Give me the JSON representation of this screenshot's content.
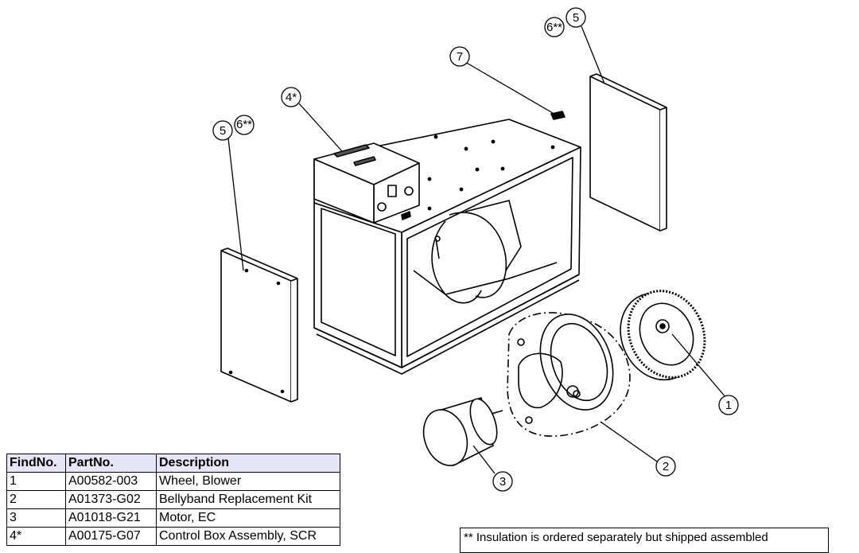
{
  "callouts": {
    "c1": "1",
    "c2": "2",
    "c3": "3",
    "c4": "4*",
    "c5a": "5",
    "c5b": "5",
    "c6a": "6**",
    "c6b": "6**",
    "c7": "7"
  },
  "table": {
    "headers": [
      "FindNo.",
      "PartNo.",
      "Description"
    ],
    "rows": [
      {
        "find": "1",
        "part": "A00582-003",
        "desc": "Wheel, Blower"
      },
      {
        "find": "2",
        "part": "A01373-G02",
        "desc": "Bellyband Replacement Kit"
      },
      {
        "find": "3",
        "part": "A01018-G21",
        "desc": "Motor, EC"
      },
      {
        "find": "4*",
        "part": "A00175-G07",
        "desc": "Control Box Assembly, SCR"
      }
    ]
  },
  "note": "** Insulation is ordered separately but shipped assembled"
}
